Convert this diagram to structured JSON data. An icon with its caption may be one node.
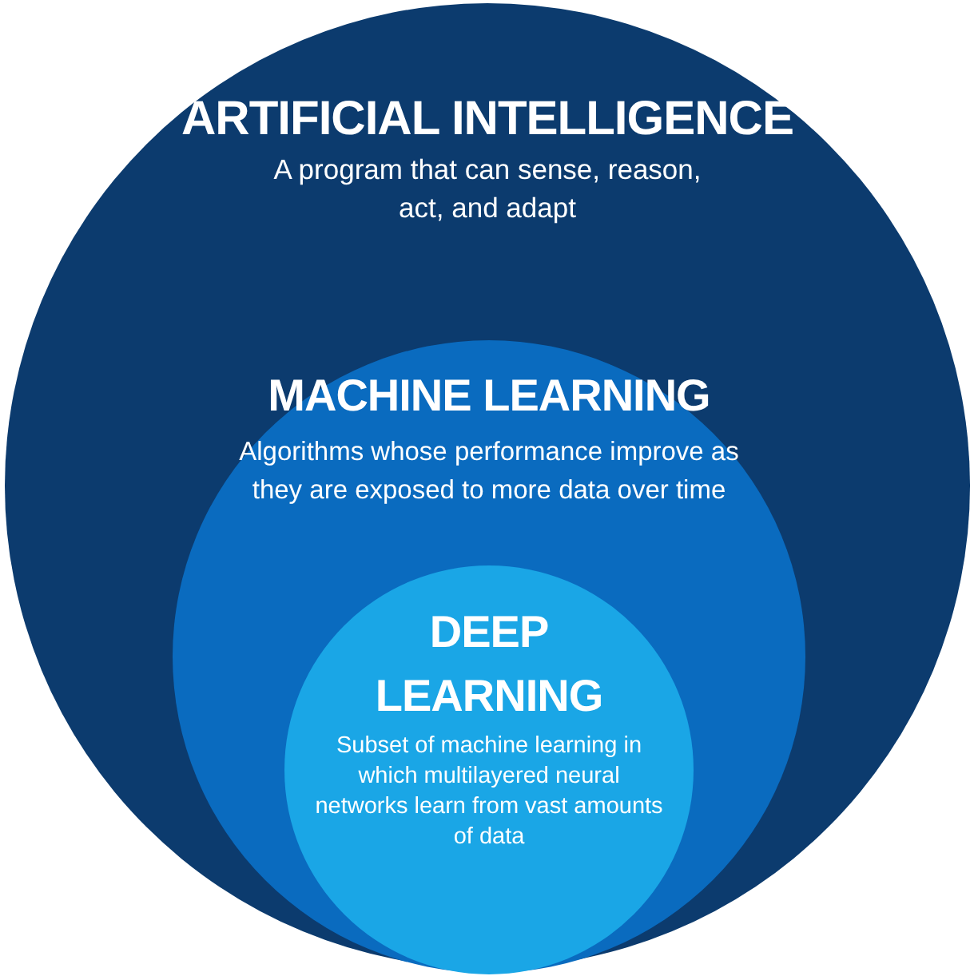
{
  "diagram": {
    "nodes": [
      {
        "text": [
          "ARTIFICIAL INTELLIGENCE",
          "A program that can sense, reason, act, and adapt"
        ]
      },
      {
        "text": [
          "MACHINE LEARNING",
          "Algorithms whose performance improve as they are exposed to more data over time"
        ],
        "in": 0
      },
      {
        "text": [
          "DEEP LEARNING",
          "Subset of machine learning in which multilayered neural networks learn from vast amounts of data"
        ],
        "in": 1
      }
    ]
  }
}
